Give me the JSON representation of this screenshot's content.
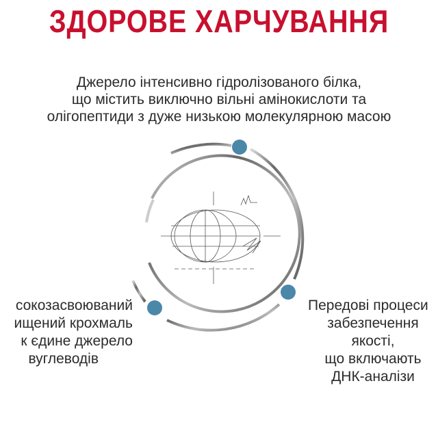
{
  "title": "ЗДОРОВЕ ХАРЧУВАННЯ",
  "description": [
    "Джерело інтенсивно гідролізованого білка,",
    "що містить виключно вільні амінокислоти та",
    "олігопептиди з дуже низькою молекулярною масою"
  ],
  "left_text": [
    "сокозасвоюваний",
    "ищений крохмаль",
    "к єдине джерело",
    "вуглеводів"
  ],
  "right_text": [
    "Передові процеси",
    "забезпечення",
    "якості,",
    "що включають",
    "ДНК-аналізи"
  ],
  "colors": {
    "title": "#c8102e",
    "dot": "#4b87a8",
    "ring": "#8a8a8a"
  }
}
